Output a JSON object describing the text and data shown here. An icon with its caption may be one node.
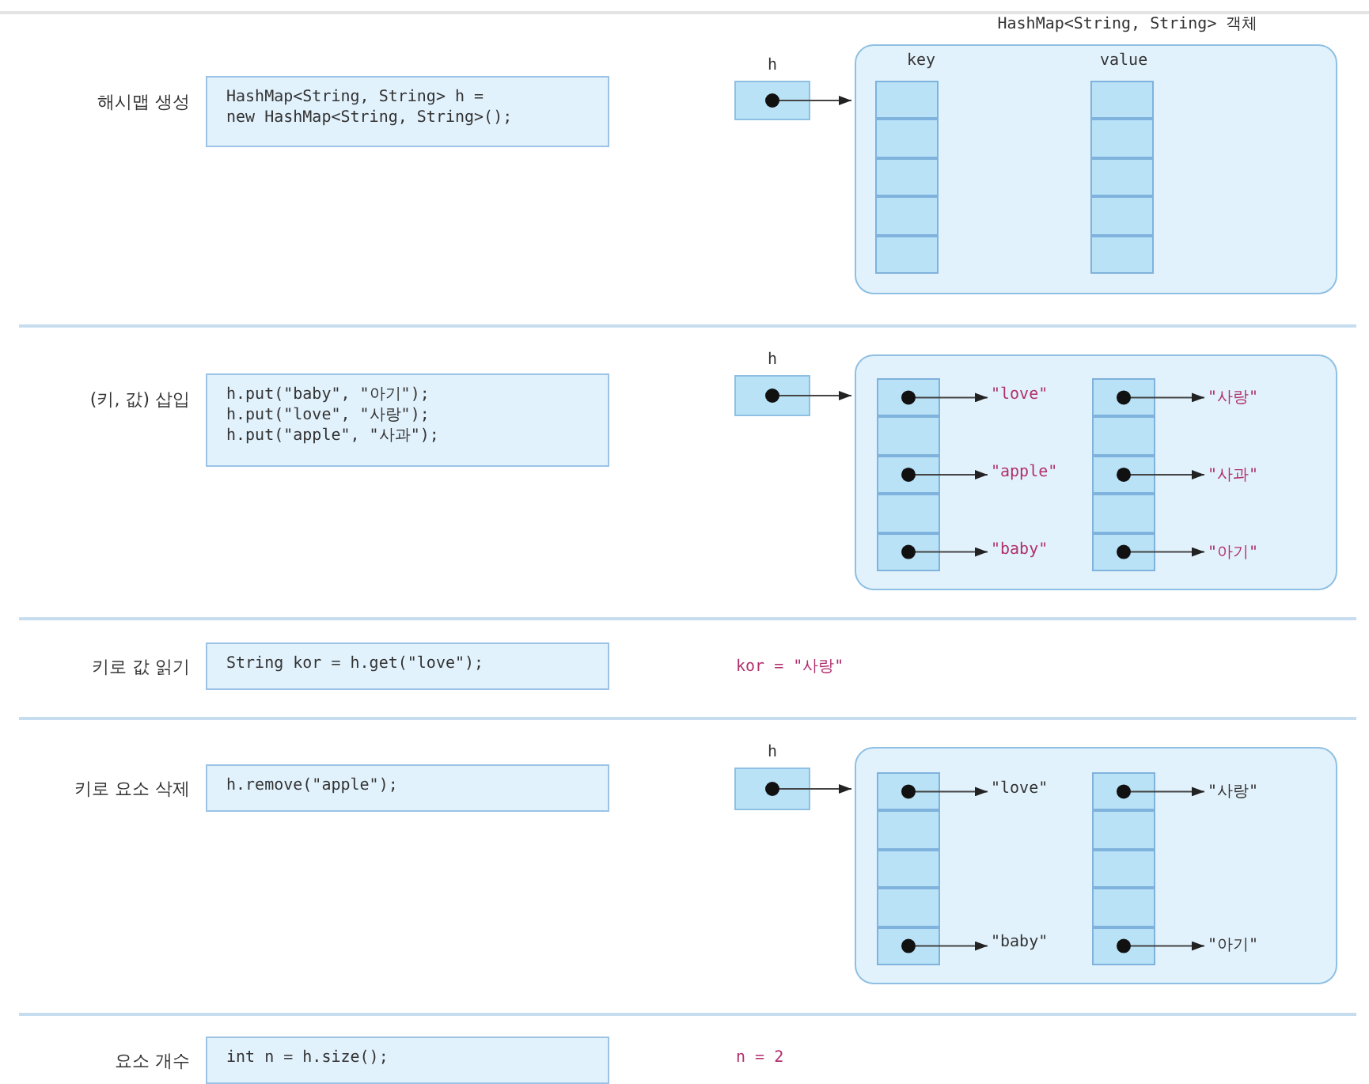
{
  "diagram": {
    "nodes": [
      {
        "text": [
          "HashMap<String, String> h = new HashMap<String, String>();"
        ],
        "beside": [
          "해시맵 생성"
        ]
      },
      {
        "text": [
          "h"
        ]
      },
      {
        "text": [
          "HashMap<String, String> 객체"
        ]
      },
      {
        "text": [],
        "shape": "box",
        "in": 2
      },
      {
        "text": [],
        "shape": "box",
        "in": 2
      },
      {
        "text": [],
        "shape": "box",
        "in": 2
      },
      {
        "text": [],
        "shape": "box",
        "in": 2
      },
      {
        "text": [],
        "shape": "box",
        "in": 2
      },
      {
        "text": [],
        "shape": "box",
        "in": 2
      },
      {
        "text": [],
        "shape": "box",
        "in": 2
      },
      {
        "text": [],
        "shape": "box",
        "in": 2
      },
      {
        "text": [],
        "shape": "box",
        "in": 2
      },
      {
        "text": [],
        "shape": "box",
        "in": 2
      },
      {
        "text": [
          "h.put(\"baby\", \"아기\"); h.put(\"love\", \"사랑\"); h.put(\"apple\", \"사과\");"
        ],
        "beside": [
          "(키, 값) 삽입"
        ]
      },
      {
        "text": [
          "h"
        ]
      },
      {
        "text": [],
        "shape": "box"
      },
      {
        "text": [],
        "shape": "box",
        "in": 15
      },
      {
        "text": [],
        "shape": "box",
        "in": 15
      },
      {
        "text": [],
        "shape": "box",
        "in": 15
      },
      {
        "text": [],
        "shape": "box",
        "in": 15
      },
      {
        "text": [],
        "shape": "box",
        "in": 15
      },
      {
        "text": [],
        "shape": "box",
        "in": 15
      },
      {
        "text": [],
        "shape": "box",
        "in": 15
      },
      {
        "text": [],
        "shape": "box",
        "in": 15
      },
      {
        "text": [],
        "shape": "box",
        "in": 15
      },
      {
        "text": [],
        "shape": "box",
        "in": 15
      },
      {
        "text": [
          "\"love\""
        ],
        "in": 15
      },
      {
        "text": [
          "\"apple\""
        ],
        "in": 15
      },
      {
        "text": [
          "\"baby\""
        ],
        "in": 15
      },
      {
        "text": [
          "\"사랑\""
        ],
        "in": 15
      },
      {
        "text": [
          "\"사과\""
        ],
        "in": 15
      },
      {
        "text": [
          "\"아기\""
        ],
        "in": 15
      },
      {
        "text": [
          "String kor = h.get(\"love\");"
        ],
        "beside": [
          "키로 값 읽기"
        ]
      },
      {
        "text": [
          "h.remove(\"apple\");"
        ],
        "beside": [
          "키로 요소 삭제"
        ]
      },
      {
        "text": [
          "h"
        ]
      },
      {
        "text": [],
        "shape": "box"
      },
      {
        "text": [],
        "shape": "box",
        "in": 35
      },
      {
        "text": [],
        "shape": "box",
        "in": 35
      },
      {
        "text": [],
        "shape": "box",
        "in": 35
      },
      {
        "text": [],
        "shape": "box",
        "in": 35
      },
      {
        "text": [],
        "shape": "box",
        "in": 35
      },
      {
        "text": [],
        "shape": "box",
        "in": 35
      },
      {
        "text": [],
        "shape": "box",
        "in": 35
      },
      {
        "text": [],
        "shape": "box",
        "in": 35
      },
      {
        "text": [],
        "shape": "box",
        "in": 35
      },
      {
        "text": [],
        "shape": "box",
        "in": 35
      },
      {
        "text": [
          "\"love\""
        ],
        "in": 35
      },
      {
        "text": [
          "\"baby\""
        ],
        "in": 35
      },
      {
        "text": [
          "\"사랑\""
        ],
        "in": 35
      },
      {
        "text": [
          "\"아기\""
        ],
        "in": 35
      },
      {
        "text": [
          "int n = h.size();"
        ],
        "beside": [
          "요소 개수"
        ]
      }
    ],
    "edges": [
      {
        "from": 1,
        "to": 2,
        "arrow": "to"
      },
      {
        "from": 14,
        "to": 15,
        "arrow": "to"
      },
      {
        "from": 16,
        "to": 26,
        "arrow": "to"
      },
      {
        "from": 18,
        "to": 27,
        "arrow": "to"
      },
      {
        "from": 20,
        "to": 28,
        "arrow": "to"
      },
      {
        "from": 21,
        "to": 29,
        "arrow": "to"
      },
      {
        "from": 23,
        "to": 30,
        "arrow": "to"
      },
      {
        "from": 25,
        "to": 31,
        "arrow": "to"
      },
      {
        "from": 34,
        "to": 35,
        "arrow": "to"
      },
      {
        "from": 36,
        "to": 46,
        "arrow": "to"
      },
      {
        "from": 40,
        "to": 47,
        "arrow": "to"
      },
      {
        "from": 41,
        "to": 48,
        "arrow": "to"
      },
      {
        "from": 45,
        "to": 49,
        "arrow": "to"
      }
    ],
    "labels": [
      "key",
      "value",
      "kor = \"사랑\"",
      "n = 2"
    ]
  }
}
